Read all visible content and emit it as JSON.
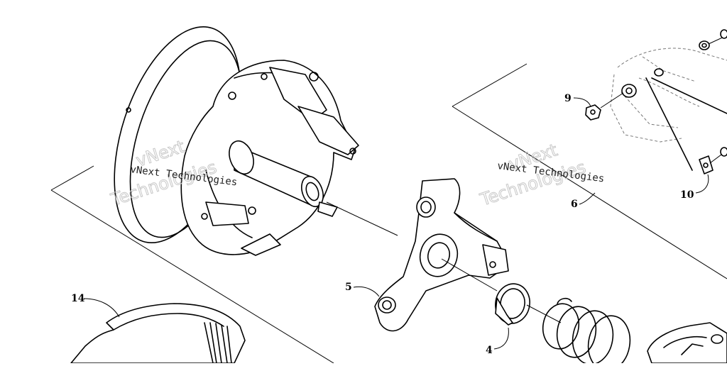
{
  "watermark": {
    "line1": "vNext Technologies",
    "line2_a": "vNext",
    "line2_b": "Technologies"
  },
  "callouts": {
    "c4": "4",
    "c5": "5",
    "c6": "6",
    "c9": "9",
    "c10": "10",
    "c14": "14"
  }
}
